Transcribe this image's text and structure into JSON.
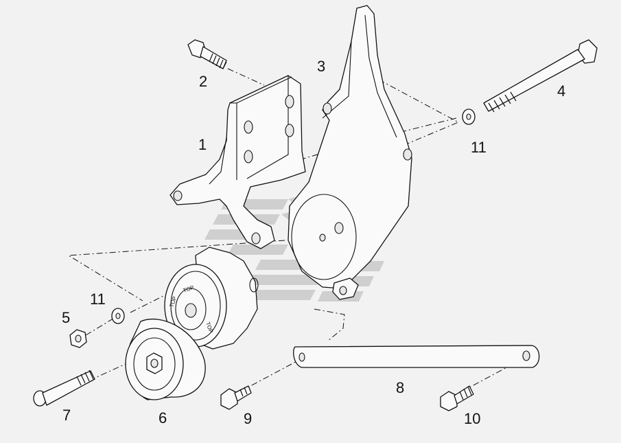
{
  "diagram": {
    "callouts": [
      "1",
      "2",
      "3",
      "4",
      "5",
      "6",
      "7",
      "8",
      "9",
      "10",
      "11",
      "11"
    ],
    "pulley_markings": [
      "TOP",
      "TOP",
      "TOP"
    ]
  },
  "colors": {
    "background": "#f2f2f2",
    "line": "#111111",
    "watermark": "#b4b4b4"
  }
}
